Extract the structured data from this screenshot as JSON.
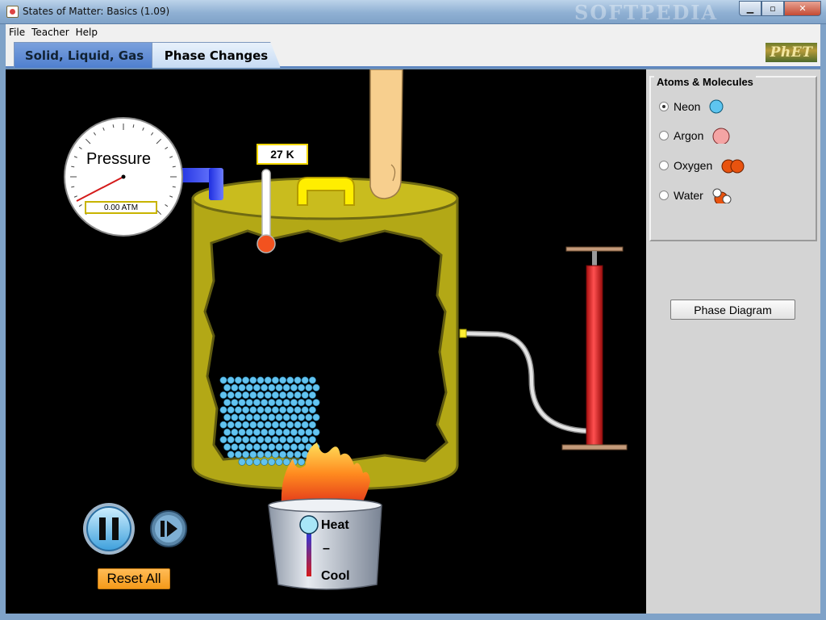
{
  "window": {
    "title": "States of Matter: Basics (1.09)",
    "watermark": "SOFTPEDIA",
    "minimize_glyph": "▁",
    "maximize_glyph": "▫",
    "close_glyph": "✕"
  },
  "menu": [
    "File",
    "Teacher",
    "Help"
  ],
  "tabs": [
    {
      "label": "Solid, Liquid, Gas",
      "selected": false
    },
    {
      "label": "Phase Changes",
      "selected": true
    }
  ],
  "logo": "PhET",
  "simulation": {
    "pressure_gauge": {
      "label": "Pressure",
      "readout": "0.00 ATM"
    },
    "thermometer": {
      "readout": "27 K"
    },
    "burner": {
      "heat_label": "Heat",
      "dash_label": "–",
      "cool_label": "Cool"
    },
    "reset_label": "Reset All",
    "substance_color": "#62c3f0",
    "play_state": "paused"
  },
  "control_panel": {
    "group_title": "Atoms & Molecules",
    "options": [
      {
        "label": "Neon",
        "selected": true,
        "icon": "neon-atom-icon",
        "color": "#5ec5f0"
      },
      {
        "label": "Argon",
        "selected": false,
        "icon": "argon-atom-icon",
        "color": "#f4a4a4"
      },
      {
        "label": "Oxygen",
        "selected": false,
        "icon": "oxygen-molecule-icon",
        "color": "#e8530f"
      },
      {
        "label": "Water",
        "selected": false,
        "icon": "water-molecule-icon",
        "color": "#e8530f"
      }
    ],
    "phase_diagram_label": "Phase Diagram"
  }
}
